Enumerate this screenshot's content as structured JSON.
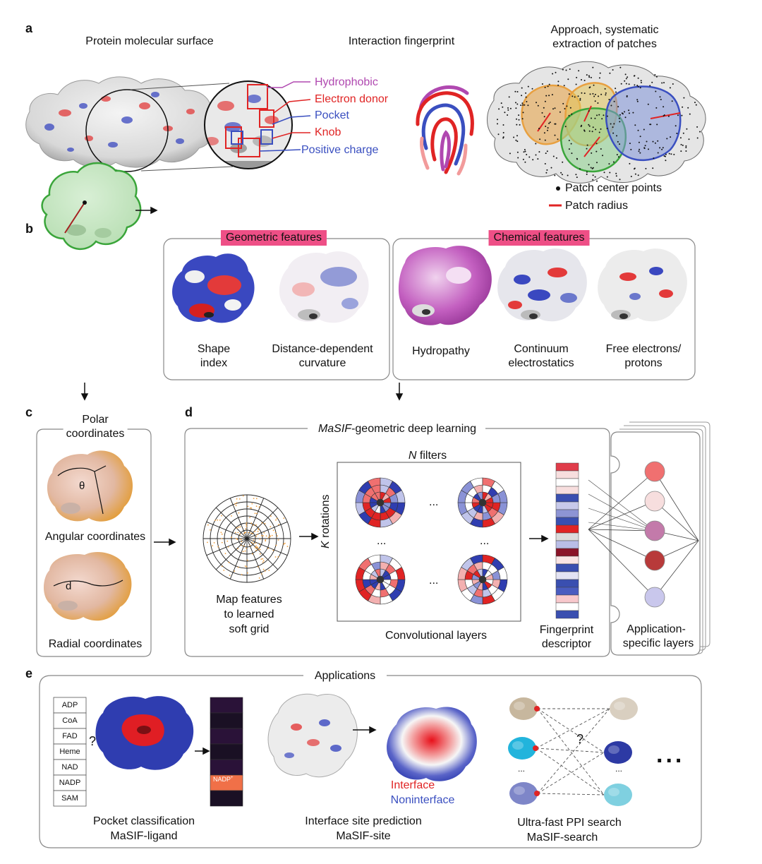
{
  "panel_a": {
    "letter": "a",
    "title_surface": "Protein molecular surface",
    "title_fingerprint": "Interaction fingerprint",
    "title_patches_1": "Approach, systematic",
    "title_patches_2": "extraction of patches",
    "callouts": [
      {
        "text": "Hydrophobic",
        "color": "#b048b0"
      },
      {
        "text": "Electron donor",
        "color": "#e02424"
      },
      {
        "text": "Pocket",
        "color": "#3a4fc0"
      },
      {
        "text": "Knob",
        "color": "#e02424"
      },
      {
        "text": "Positive charge",
        "color": "#3a4fc0"
      }
    ],
    "legend_points": "Patch center points",
    "legend_radius": "Patch radius"
  },
  "panel_b": {
    "letter": "b",
    "geometric_tag": "Geometric features",
    "chemical_tag": "Chemical features",
    "features": [
      {
        "line1": "Shape",
        "line2": "index"
      },
      {
        "line1": "Distance-dependent",
        "line2": "curvature"
      },
      {
        "line1": "Hydropathy",
        "line2": ""
      },
      {
        "line1": "Continuum",
        "line2": "electrostatics"
      },
      {
        "line1": "Free electrons/",
        "line2": "protons"
      }
    ]
  },
  "panel_c": {
    "letter": "c",
    "title_1": "Polar",
    "title_2": "coordinates",
    "theta": "θ",
    "d": "d",
    "angular": "Angular coordinates",
    "radial": "Radial coordinates"
  },
  "panel_d": {
    "letter": "d",
    "title_em": "MaSIF",
    "title_rest": "-geometric deep learning",
    "filters_em": "N",
    "filters_rest": " filters",
    "rotations_em": "K",
    "rotations_rest": " rotations",
    "ellipsis": "...",
    "map_1": "Map features",
    "map_2": "to learned",
    "map_3": "soft grid",
    "conv": "Convolutional layers",
    "fp_1": "Fingerprint",
    "fp_2": "descriptor",
    "app_1": "Application-",
    "app_2": "specific layers"
  },
  "panel_e": {
    "letter": "e",
    "title": "Applications",
    "ligands": [
      "ADP",
      "CoA",
      "FAD",
      "Heme",
      "NAD",
      "NADP",
      "SAM"
    ],
    "question": "?",
    "nadp_label": "NADP",
    "nadp_sup": "+",
    "pocket_1": "Pocket classification",
    "pocket_2": "MaSIF-ligand",
    "interface": "Interface",
    "noninterface": "Noninterface",
    "site_1": "Interface site prediction",
    "site_2": "MaSIF-site",
    "search_1": "Ultra-fast PPI search",
    "search_2": "MaSIF-search",
    "more": "..."
  },
  "colors": {
    "red": "#e02424",
    "blue": "#3a4fc0",
    "magenta": "#b048b0",
    "pink_tag": "#ee4f86",
    "patch_green": "#8cd28c",
    "orange": "#e8a040"
  }
}
